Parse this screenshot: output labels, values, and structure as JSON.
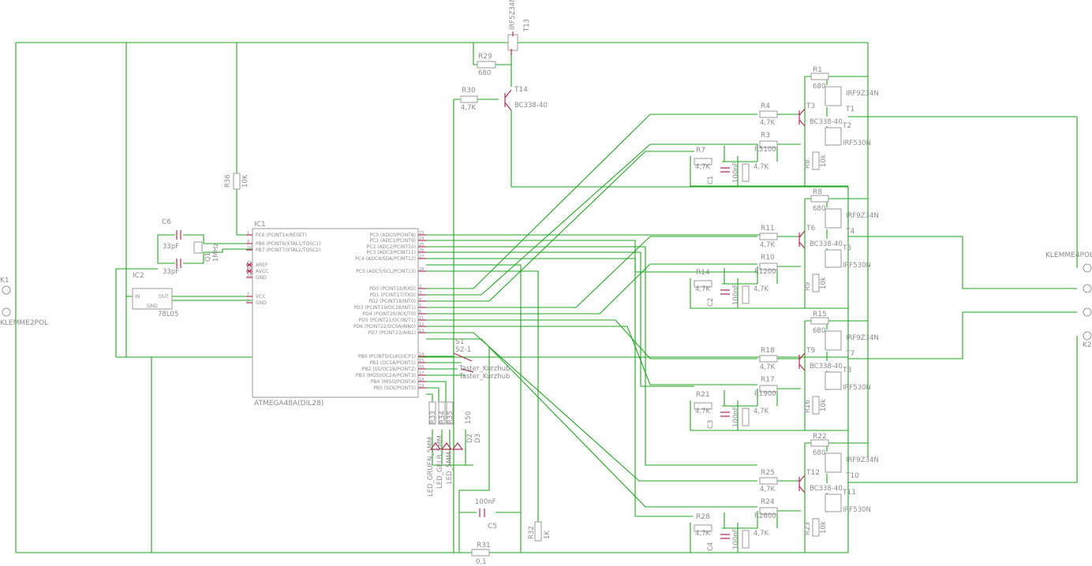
{
  "connectors": {
    "k1": {
      "name": "K1",
      "value": "KLEMME2POL"
    },
    "k2": {
      "name": "K2",
      "value": "KLEMME4POL"
    }
  },
  "ic1": {
    "name": "IC1",
    "value": "ATMEGA48A(DIL28)",
    "left_pins": [
      "PC6 (PCINT14/RESET)",
      "PB6 (PCINT6/XTAL1/TOSC1)",
      "PB7 (PCINT7/XTAL2/TOSC2)",
      "AREF",
      "AVCC",
      "GND",
      "VCC",
      "GND"
    ],
    "right_pins": [
      "PC0 (ADC0/PCINT8)",
      "PC1 (ADC1/PCINT9)",
      "PC2 (ADC2/PCINT10)",
      "PC3 (ADC3/PCINT11)",
      "PC4 (ADC4/SDA/PCINT12)",
      "PC5 (ADC5/SCL/PCINT13)",
      "PD0 (PCINT16/RXD)",
      "PD1 (PCINT17/TXD)",
      "PD2 (PCINT18/INT0)",
      "PD3 (PCINT19/OC2B/INT1)",
      "PD4 (PCINT20/XCK/T0)",
      "PD5 (PCINT21/OC0B/T1)",
      "PD6 (PCINT22/OC0A/AIN0)",
      "PD7 (PCINT23/AIN1)",
      "PB0 (PCINT0/CLKO/ICP1)",
      "PB1 (OC1A/PCINT1)",
      "PB2 (SS/OC1B/PCINT2)",
      "PB3 (MOSI/OC2A/PCINT3)",
      "PB4 (MISO/PCINT4)",
      "PB5 (SCK/PCINT5)"
    ],
    "left_pin_numbers": [
      "1",
      "9",
      "10",
      "21",
      "20",
      "22",
      "7",
      "8"
    ],
    "right_pin_numbers": [
      "23",
      "24",
      "25",
      "26",
      "27",
      "28",
      "2",
      "3",
      "4",
      "5",
      "6",
      "11",
      "12",
      "13",
      "14",
      "15",
      "16",
      "17",
      "18",
      "19"
    ]
  },
  "ic2": {
    "name": "IC2",
    "value": "78L05",
    "pin_in": "IN",
    "pin_out": "OUT",
    "pin_gnd": "GND"
  },
  "crystal": {
    "name": "Q1",
    "value": "1MHz"
  },
  "c6": {
    "name": "C6",
    "value": "33pF"
  },
  "c7": {
    "value": "33pF"
  },
  "r36": {
    "name": "R36",
    "value": "10K"
  },
  "t13": {
    "name": "T13",
    "value": "IRF5Z34N"
  },
  "r29": {
    "name": "R29",
    "value": "680"
  },
  "r30": {
    "name": "R30",
    "value": "4,7K"
  },
  "t14": {
    "name": "T14",
    "value": "BC338-40"
  },
  "switch": {
    "name": "S1",
    "name2": "S2-1",
    "value1": "Taster_Kurzhub",
    "value2": "Taster_Kurzhub"
  },
  "leds": {
    "resistors": [
      "R33",
      "R34",
      "R35",
      "150"
    ],
    "led1": "LED_GRUEN_5MM",
    "led2": "LED_GELB_5MM",
    "led3": "LED_5MM",
    "d2": "D2",
    "d3": "D3"
  },
  "c5": {
    "name": "C5",
    "value": "100nF"
  },
  "r31": {
    "name": "R31",
    "value": "0,1"
  },
  "r32": {
    "name": "R32",
    "value": "1K"
  },
  "channels": [
    {
      "r_top": "R1",
      "r_top_val": "680",
      "r_base": "R4",
      "r_base_val": "4,7K",
      "r_mid": "R3",
      "r_mid_val": "R5100",
      "r_in": "R7",
      "r_in_val": "4,7K",
      "r_g": "4,7K",
      "r_pd": "R8",
      "r_pd_val": "10k",
      "cap": "C1",
      "cap_val": "100nF",
      "npn": "T3",
      "npn_val": "BC338-40",
      "pfet": "T1",
      "pfet_val": "IRF9Z34N",
      "nfet": "T2",
      "nfet_val": "IRF530N"
    },
    {
      "r_top": "R8",
      "r_top_val": "680",
      "r_base": "R11",
      "r_base_val": "4,7K",
      "r_mid": "R10",
      "r_mid_val": "R1200",
      "r_in": "R14",
      "r_in_val": "4,7K",
      "r_g": "4,7K",
      "r_pd": "R9",
      "r_pd_val": "10k",
      "cap": "C2",
      "cap_val": "100nF",
      "npn": "T6",
      "npn_val": "BC338-40",
      "pfet": "T4",
      "pfet_val": "IRF9Z34N",
      "nfet": "T5",
      "nfet_val": "IRF530N"
    },
    {
      "r_top": "R15",
      "r_top_val": "680",
      "r_base": "R18",
      "r_base_val": "4,7K",
      "r_mid": "R17",
      "r_mid_val": "R1900",
      "r_in": "R21",
      "r_in_val": "4,7K",
      "r_g": "4,7K",
      "r_pd": "R16",
      "r_pd_val": "10k",
      "cap": "C3",
      "cap_val": "100nF",
      "npn": "T9",
      "npn_val": "BC338-40",
      "pfet": "T7",
      "pfet_val": "IRF9Z34N",
      "nfet": "T8",
      "nfet_val": "IRF530N"
    },
    {
      "r_top": "R22",
      "r_top_val": "680",
      "r_base": "R25",
      "r_base_val": "4,7K",
      "r_mid": "R24",
      "r_mid_val": "R2600",
      "r_in": "R28",
      "r_in_val": "4,7K",
      "r_g": "4,7K",
      "r_pd": "R23",
      "r_pd_val": "10k",
      "cap": "C4",
      "cap_val": "100nF",
      "npn": "T12",
      "npn_val": "BC338-40",
      "pfet": "T10",
      "pfet_val": "IRF9Z34N",
      "nfet": "T11",
      "nfet_val": "IRF530N"
    }
  ],
  "colors": {
    "wire": "#1ea51e",
    "pin": "#b03050",
    "text": "#8a8a8a",
    "body": "#9a9a9a"
  }
}
